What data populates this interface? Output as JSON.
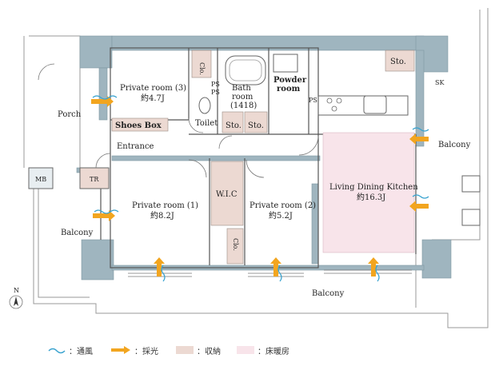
{
  "rooms": {
    "private_room_3": {
      "name": "Private room (3)",
      "size": "約4.7J"
    },
    "private_room_1": {
      "name": "Private room (1)",
      "size": "約8.2J"
    },
    "private_room_2": {
      "name": "Private room (2)",
      "size": "約5.2J"
    },
    "ldk": {
      "name": "Living Dining Kitchen",
      "size": "約16.3J"
    },
    "bath": {
      "line1": "Bath",
      "line2": "room",
      "line3": "(1418)"
    },
    "powder": {
      "line1": "Powder",
      "line2": "room"
    },
    "toilet": "Toilet",
    "porch": "Porch",
    "entrance": "Entrance",
    "shoes_box": "Shoes Box",
    "wic": "W.I.C",
    "mb": "MB",
    "tr": "TR",
    "sk": "SK",
    "ps": "PS",
    "clo": "Clo.",
    "sto": "Sto.",
    "balcony": "Balcony",
    "north": "N"
  },
  "legend": {
    "ventilation": "：通風",
    "daylight": "：採光",
    "storage": "：収納",
    "floor_heating": "：床暖房"
  },
  "colors": {
    "wall": "#9fb5bf",
    "storage": "#ecd9d2",
    "floor_heating": "#f8e4ea",
    "arrow": "#f2a51f",
    "wind": "#3aa3cf",
    "line": "#8a8a8a"
  }
}
